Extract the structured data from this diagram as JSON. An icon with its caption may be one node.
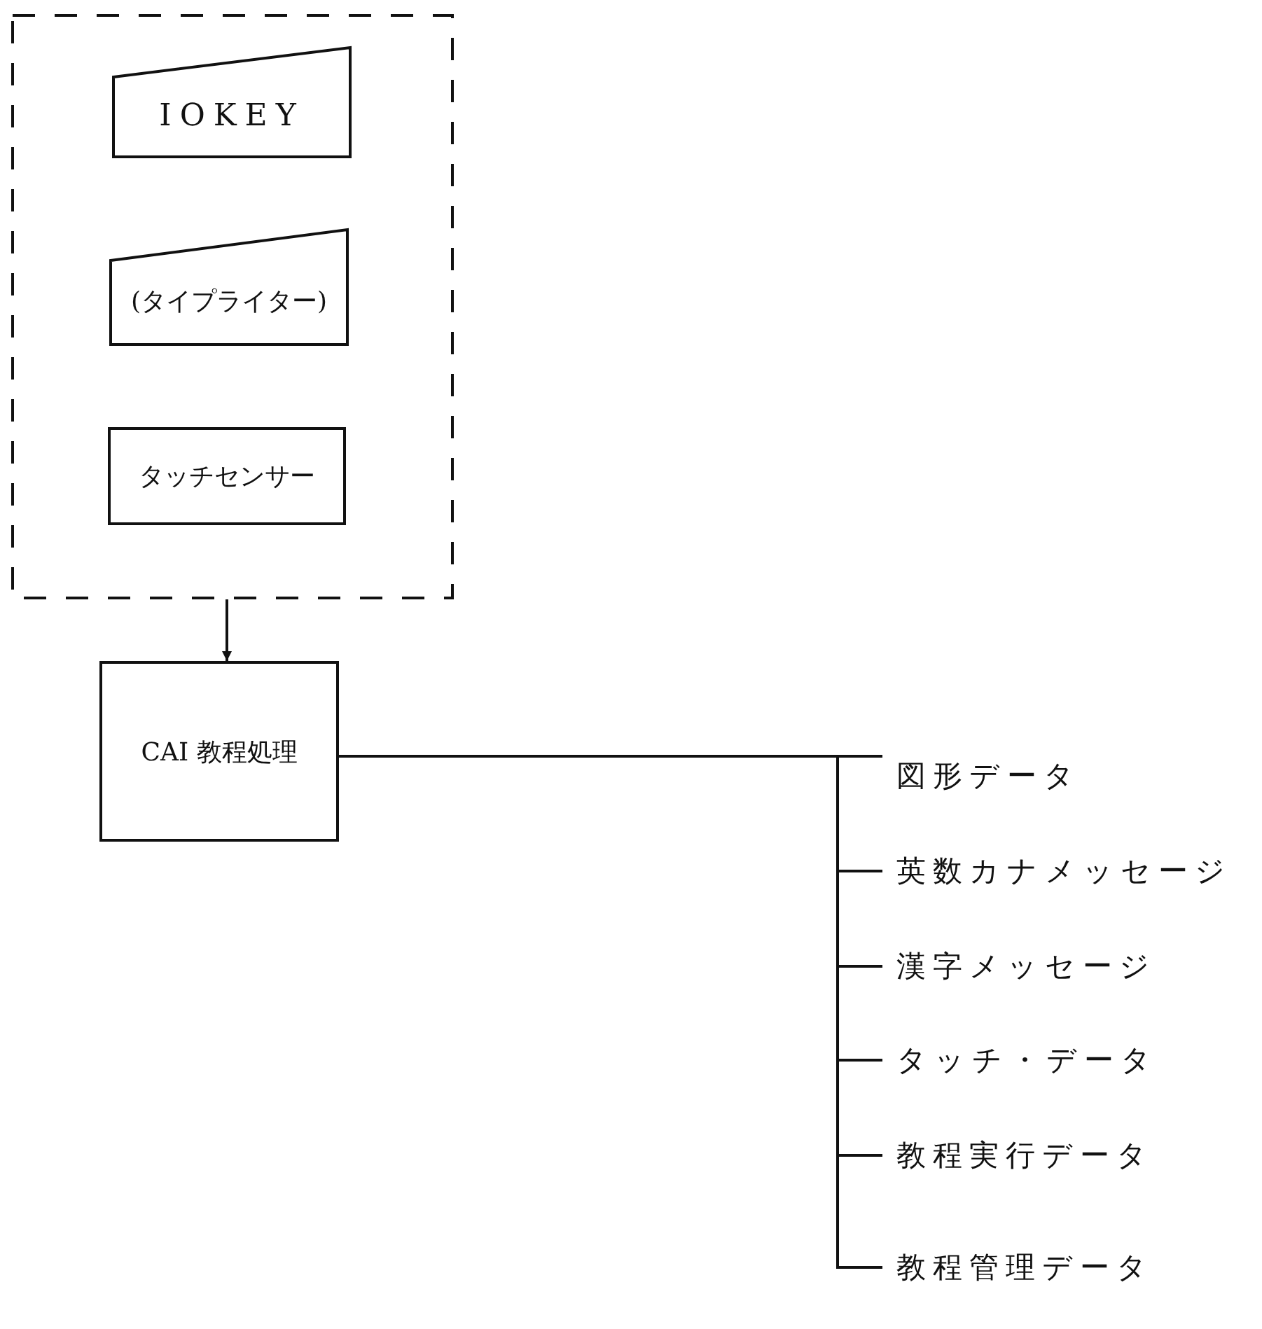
{
  "diagram": {
    "nodes": [
      {
        "text": [],
        "shape": "box"
      },
      {
        "text": [
          "IOKEY"
        ],
        "in": 0
      },
      {
        "text": [
          "(タイプライター)"
        ],
        "in": 0
      },
      {
        "text": [
          "タッチセンサー"
        ],
        "in": 0
      },
      {
        "text": [
          "CAI 教程処理"
        ]
      },
      {
        "text": [
          "図形データ"
        ]
      },
      {
        "text": [
          "英数カナメッセージ"
        ]
      },
      {
        "text": [
          "漢字メッセージ"
        ]
      },
      {
        "text": [
          "タッチ・データ"
        ]
      },
      {
        "text": [
          "教程実行データ"
        ]
      },
      {
        "text": [
          "教程管理データ"
        ]
      }
    ],
    "edges": [
      {
        "from": 0,
        "to": 4,
        "arrow": "to"
      },
      {
        "from": 4,
        "to": 5,
        "arrow": "none"
      },
      {
        "from": 4,
        "to": 6,
        "arrow": "none"
      },
      {
        "from": 4,
        "to": 7,
        "arrow": "none"
      },
      {
        "from": 4,
        "to": 8,
        "arrow": "none"
      },
      {
        "from": 4,
        "to": 9,
        "arrow": "none"
      },
      {
        "from": 4,
        "to": 10,
        "arrow": "none"
      }
    ]
  }
}
